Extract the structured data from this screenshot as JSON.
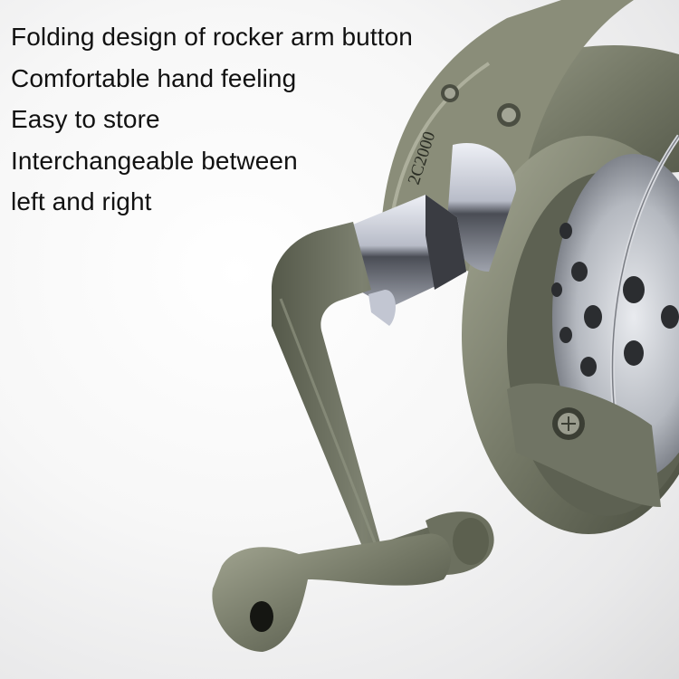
{
  "features": [
    "Folding design of rocker arm button",
    "Comfortable hand feeling",
    "Easy to store",
    "Interchangeable between",
    "left and right"
  ],
  "product": {
    "name": "spinning fishing reel",
    "model_marking": "2C2000",
    "colors": {
      "body": "#6f7363",
      "body_light": "#9da08c",
      "body_dark": "#3e4136",
      "chrome": "#c9ccd6",
      "background": "#f5f5f5",
      "text": "#111111"
    }
  }
}
